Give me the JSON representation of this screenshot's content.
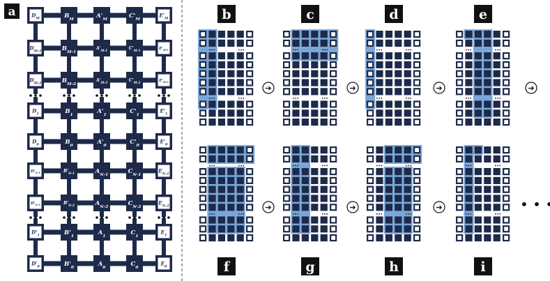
{
  "colors": {
    "navy": "#1d2a4a",
    "highlight": "#7aa7d8",
    "divider": "#8a8a8a",
    "label_bg": "#111111",
    "label_fg": "#ffffff"
  },
  "panel_a": {
    "label": "a",
    "rows": [
      [
        "D_M",
        "B_M",
        "A'_M",
        "C'_M",
        "E'_M"
      ],
      [
        "D_M-1",
        "B_M-1",
        "A'_M-1",
        "C'_M-1",
        "E'_M-1"
      ],
      [
        "D_M-2",
        "B_M-2",
        "A'_M-2",
        "C'_M-2",
        "E'_M-2"
      ],
      [
        "D_1",
        "B_1",
        "A'_1",
        "C'_1",
        "E'_1"
      ],
      [
        "D_0",
        "B_0",
        "A'_0",
        "C'_0",
        "E'_0"
      ],
      [
        "D'_N-1",
        "B'_N-1",
        "A_N-1",
        "C_N-1",
        "E_N-1"
      ],
      [
        "D'_N-2",
        "B'_N-2",
        "A_N-2",
        "C_N-2",
        "E_N-2"
      ],
      [
        "D'_1",
        "B'_1",
        "A_1",
        "C_1",
        "E_1"
      ],
      [
        "D'_0",
        "B'_0",
        "A_0",
        "C_0",
        "E_0"
      ]
    ]
  },
  "panels": [
    {
      "label": "b"
    },
    {
      "label": "c"
    },
    {
      "label": "d"
    },
    {
      "label": "e"
    },
    {
      "label": "f"
    },
    {
      "label": "g"
    },
    {
      "label": "h"
    },
    {
      "label": "i"
    }
  ],
  "arrow_glyph": "➔",
  "continuation": "• • •"
}
